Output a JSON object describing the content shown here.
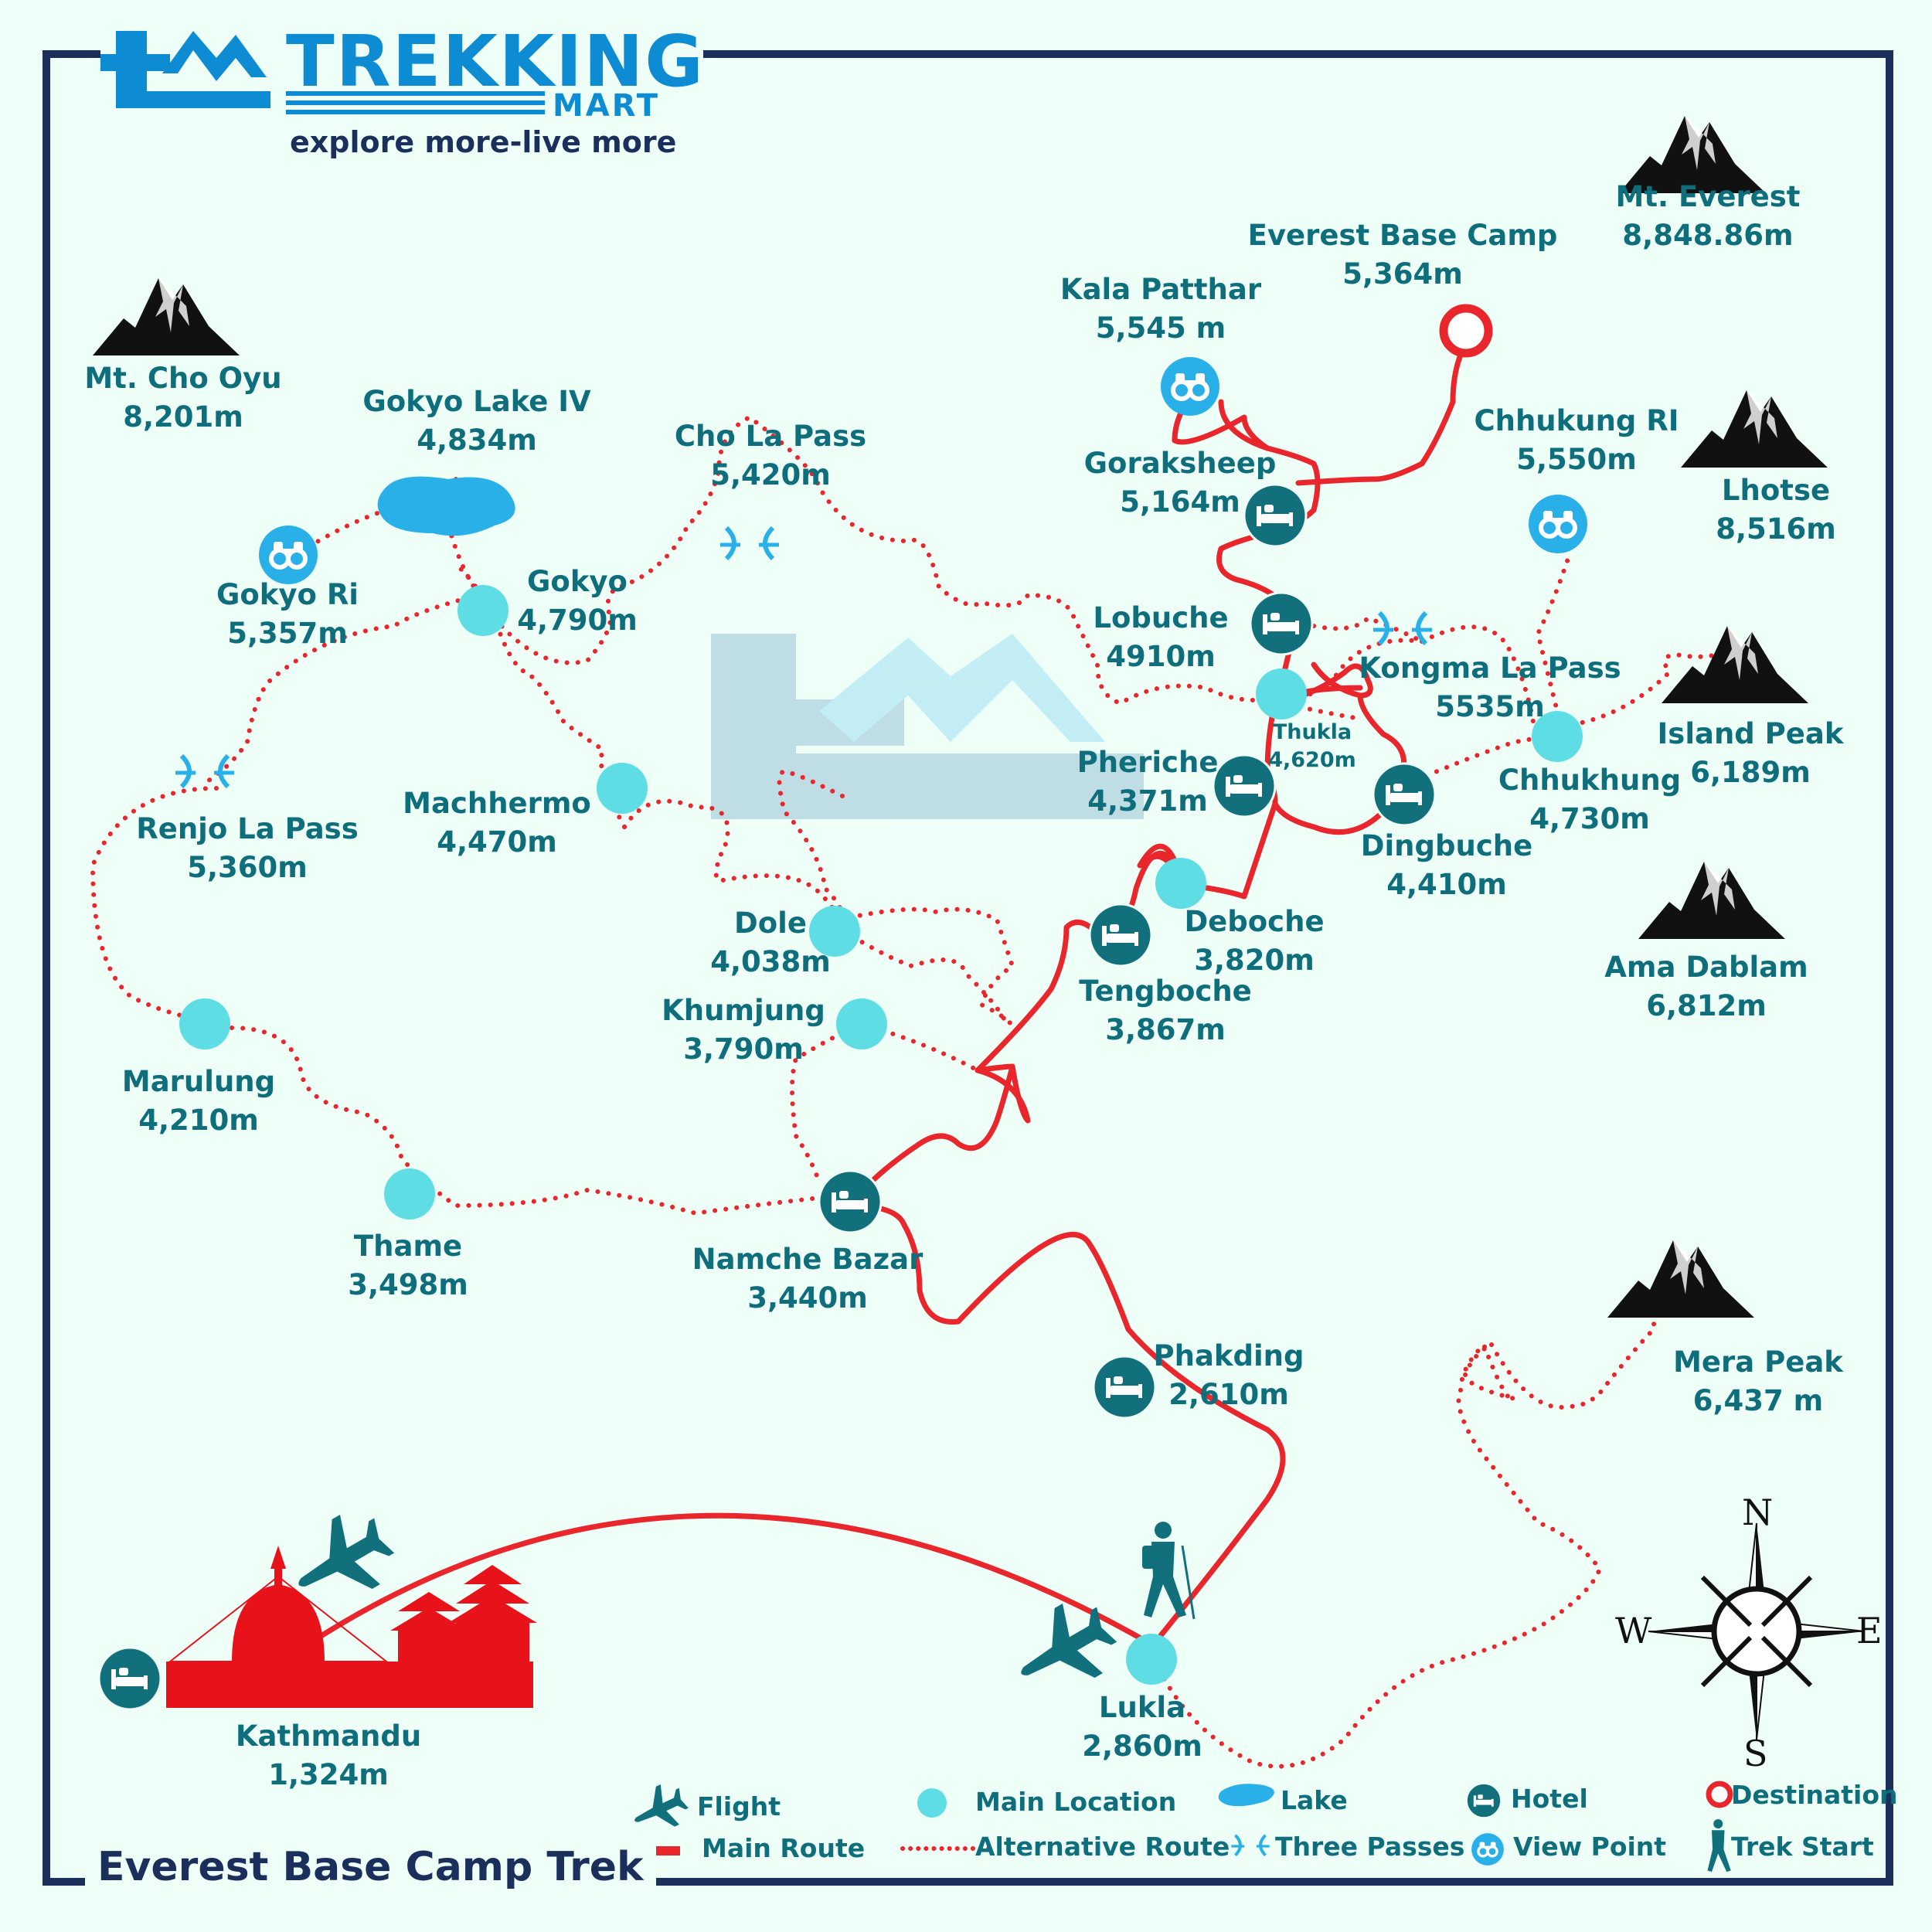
{
  "brand": {
    "name": "TREKKING",
    "subname": "MART",
    "tagline": "explore more-live more"
  },
  "map_title": "Everest Base Camp Trek",
  "locations": [
    {
      "id": "everest",
      "name": "Mt. Everest",
      "elev": "8,848.86m",
      "kind": "peak"
    },
    {
      "id": "ebc",
      "name": "Everest  Base Camp",
      "elev": "5,364m",
      "kind": "destination"
    },
    {
      "id": "kalapatthar",
      "name": "Kala Patthar",
      "elev": "5,545 m",
      "kind": "viewpoint"
    },
    {
      "id": "gorakshep",
      "name": "Goraksheep",
      "elev": "5,164m",
      "kind": "hotel"
    },
    {
      "id": "chhukungri",
      "name": "Chhukung RI",
      "elev": "5,550m",
      "kind": "viewpoint"
    },
    {
      "id": "lhotse",
      "name": "Lhotse",
      "elev": "8,516m",
      "kind": "peak"
    },
    {
      "id": "lobuche",
      "name": "Lobuche",
      "elev": "4910m",
      "kind": "hotel"
    },
    {
      "id": "kongmala",
      "name": "Kongma La Pass",
      "elev": "5535m",
      "kind": "pass"
    },
    {
      "id": "thukla",
      "name": "Thukla",
      "elev": "4,620m",
      "kind": "location"
    },
    {
      "id": "islandpeak",
      "name": "Island Peak",
      "elev": "6,189m",
      "kind": "peak"
    },
    {
      "id": "pheriche",
      "name": "Pheriche",
      "elev": "4,371m",
      "kind": "hotel"
    },
    {
      "id": "chhukhung",
      "name": "Chhukhung",
      "elev": "4,730m",
      "kind": "location"
    },
    {
      "id": "dingbuche",
      "name": "Dingbuche",
      "elev": "4,410m",
      "kind": "hotel"
    },
    {
      "id": "deboche",
      "name": "Deboche",
      "elev": "3,820m",
      "kind": "location"
    },
    {
      "id": "amadablam",
      "name": "Ama Dablam",
      "elev": "6,812m",
      "kind": "peak"
    },
    {
      "id": "tengboche",
      "name": "Tengboche",
      "elev": "3,867m",
      "kind": "hotel"
    },
    {
      "id": "choyu",
      "name": "Mt. Cho Oyu",
      "elev": "8,201m",
      "kind": "peak"
    },
    {
      "id": "gokyolake",
      "name": "Gokyo  Lake IV",
      "elev": "4,834m",
      "kind": "lake"
    },
    {
      "id": "cholapass",
      "name": "Cho La  Pass",
      "elev": "5,420m",
      "kind": "pass"
    },
    {
      "id": "gokyori",
      "name": "Gokyo Ri",
      "elev": "5,357m",
      "kind": "viewpoint"
    },
    {
      "id": "gokyo",
      "name": "Gokyo",
      "elev": "4,790m",
      "kind": "location"
    },
    {
      "id": "renjola",
      "name": "Renjo La Pass",
      "elev": "5,360m",
      "kind": "pass"
    },
    {
      "id": "machhermo",
      "name": "Machhermo",
      "elev": "4,470m",
      "kind": "location"
    },
    {
      "id": "dole",
      "name": "Dole",
      "elev": "4,038m",
      "kind": "location"
    },
    {
      "id": "khumjung",
      "name": "Khumjung",
      "elev": "3,790m",
      "kind": "location"
    },
    {
      "id": "marulung",
      "name": "Marulung",
      "elev": "4,210m",
      "kind": "location"
    },
    {
      "id": "thame",
      "name": "Thame",
      "elev": "3,498m",
      "kind": "location"
    },
    {
      "id": "namche",
      "name": "Namche Bazar",
      "elev": "3,440m",
      "kind": "hotel"
    },
    {
      "id": "phakding",
      "name": "Phakding",
      "elev": "2,610m",
      "kind": "hotel"
    },
    {
      "id": "merapeak",
      "name": "Mera Peak",
      "elev": "6,437 m",
      "kind": "peak"
    },
    {
      "id": "kathmandu",
      "name": "Kathmandu",
      "elev": "1,324m",
      "kind": "hotel"
    },
    {
      "id": "lukla",
      "name": "Lukla",
      "elev": "2,860m",
      "kind": "trek-start"
    }
  ],
  "compass": {
    "n": "N",
    "s": "S",
    "e": "E",
    "w": "W"
  },
  "legend": [
    {
      "id": "flight",
      "label": "Flight",
      "icon": "plane-icon"
    },
    {
      "id": "main-route",
      "label": "Main Route",
      "icon": "solid-red-line"
    },
    {
      "id": "main-location",
      "label": "Main Location",
      "icon": "cyan-dot"
    },
    {
      "id": "alt-route",
      "label": "Alternative Route",
      "icon": "dotted-red-line"
    },
    {
      "id": "lake",
      "label": "Lake",
      "icon": "lake-icon"
    },
    {
      "id": "passes",
      "label": "Three Passes",
      "icon": "pass-icon"
    },
    {
      "id": "hotel",
      "label": "Hotel",
      "icon": "bed-icon"
    },
    {
      "id": "viewpoint",
      "label": "View Point",
      "icon": "binoculars-icon"
    },
    {
      "id": "destination",
      "label": "Destination",
      "icon": "red-ring"
    },
    {
      "id": "trek-start",
      "label": "Trek Start",
      "icon": "hiker-icon"
    }
  ],
  "colors": {
    "background": "#eefff8",
    "border": "#1a2f5c",
    "route": "#e8262c",
    "node": "#5fdde5",
    "hotel": "#11707c",
    "text": "#0f6e7b",
    "viewpoint": "#2ab0e8",
    "brand": "#0d8bd3"
  }
}
